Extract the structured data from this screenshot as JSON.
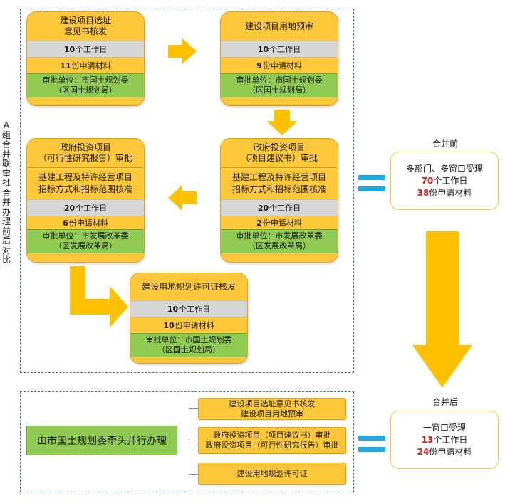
{
  "side_label": "A组合并联审批合并办理前后对比",
  "steps": [
    {
      "title": [
        "建设项目选址",
        "意见书核发"
      ],
      "days_num": "10",
      "days_text": "个工作日",
      "mat_num": "11",
      "mat_text": "份申请材料",
      "unit": [
        "审批单位：市国土规划委",
        "（区国土规划局）"
      ]
    },
    {
      "title": [
        "建设项目用地预审"
      ],
      "days_num": "10",
      "days_text": "个工作日",
      "mat_num": "9",
      "mat_text": "份申请材料",
      "unit": [
        "审批单位：市国土规划委",
        "（区国土规划局）"
      ]
    },
    {
      "title": [
        "政府投资项目",
        "（项目建议书）审批"
      ],
      "desc": [
        "基建工程及特许经营项目",
        "招标方式和招标范围核准"
      ],
      "days_num": "20",
      "days_text": "个工作日",
      "mat_num": "2",
      "mat_text": "份申请材料",
      "unit": [
        "审批单位：市发展改革委",
        "（区发展改革局）"
      ]
    },
    {
      "title": [
        "政府投资项目",
        "（可行性研究报告）审批"
      ],
      "desc": [
        "基建工程及特许经营项目",
        "招标方式和招标范围核准"
      ],
      "days_num": "20",
      "days_text": "个工作日",
      "mat_num": "6",
      "mat_text": "份申请材料",
      "unit": [
        "审批单位：市发展改革委",
        "（区发展改革局）"
      ]
    },
    {
      "title": [
        "建设用地规划许可证核发"
      ],
      "days_num": "10",
      "days_text": "个工作日",
      "mat_num": "10",
      "mat_text": "份申请材料",
      "unit": [
        "审批单位：市国土规划委",
        "（区国土规划局）"
      ]
    }
  ],
  "before": {
    "label": "合并前",
    "line1": "多部门、多窗口受理",
    "days_num": "70",
    "days_text": "个工作日",
    "mat_num": "38",
    "mat_text": "份申请材料"
  },
  "after": {
    "label": "合并后",
    "line1": "一窗口受理",
    "days_num": "13",
    "days_text": "个工作日",
    "mat_num": "24",
    "mat_text": "份申请材料"
  },
  "merged": {
    "lead": "由市国土规划委牵头并行办理",
    "items": [
      [
        "建设项目选址意见书核发",
        "建设项目用地预审"
      ],
      [
        "政府投资项目（项目建议书）审批",
        "政府投资项目（可行性研究报告）审批"
      ],
      [
        "建设用地规划许可证"
      ]
    ]
  },
  "colors": {
    "card": "#ffc83a",
    "grey": "#d6d6d6",
    "green": "#8fca53",
    "arrow": "#ffc000",
    "equals": "#20a9e0",
    "frame": "#3d6f9e",
    "red": "#d62020"
  }
}
